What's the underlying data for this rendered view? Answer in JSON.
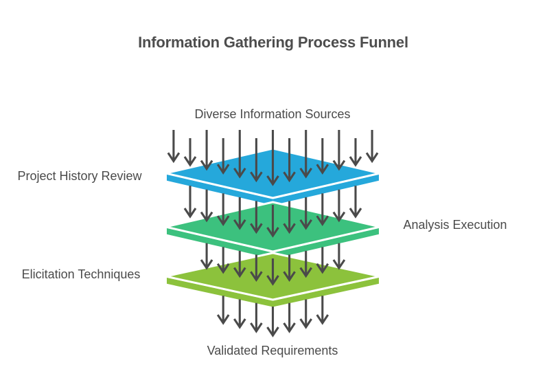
{
  "title": "Information Gathering Process Funnel",
  "top_label": "Diverse Information Sources",
  "bottom_label": "Validated Requirements",
  "layers": [
    {
      "label": "Project History Review",
      "side": "left",
      "color": "#25A8DB"
    },
    {
      "label": "Analysis Execution",
      "side": "right",
      "color": "#3CC17E"
    },
    {
      "label": "Elicitation Techniques",
      "side": "left",
      "color": "#8CC23C"
    }
  ],
  "colors": {
    "arrow": "#4A4A4A",
    "text": "#4A4A4A",
    "title_text": "#4D4D4D",
    "layer_outline": "#FFFFFF",
    "background": "#FFFFFF"
  }
}
